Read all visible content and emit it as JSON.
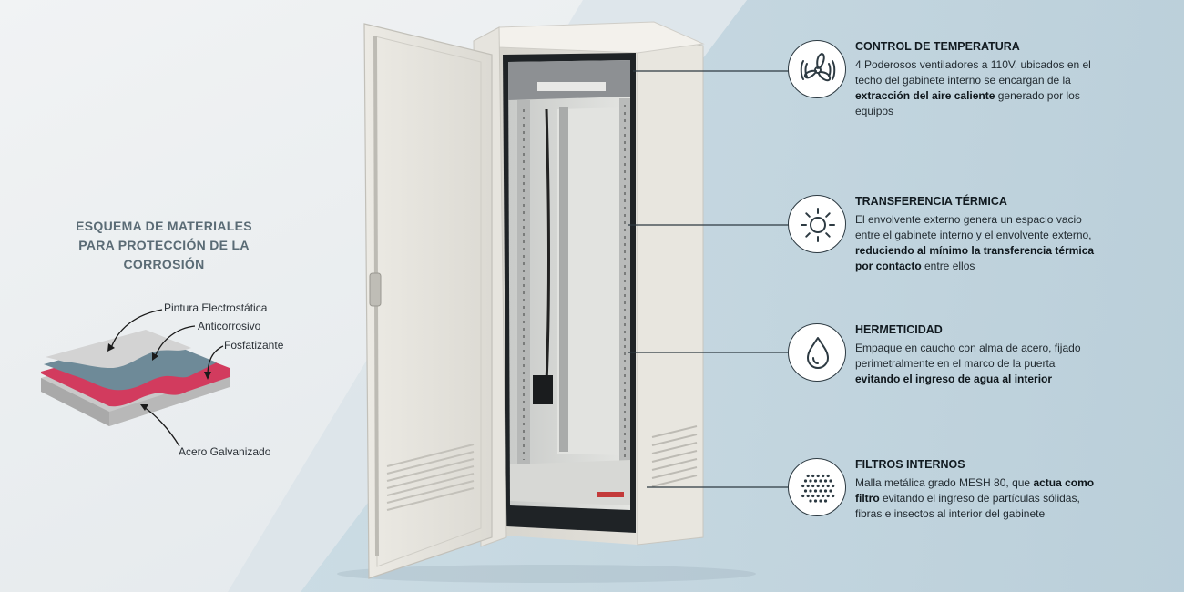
{
  "materials": {
    "title_lines": [
      "ESQUEMA DE MATERIALES",
      "PARA PROTECCIÓN DE LA",
      "CORROSIÓN"
    ],
    "layers": {
      "pintura": "Pintura Electrostática",
      "anticorrosivo": "Anticorrosivo",
      "fosfatizante": "Fosfatizante",
      "acero": "Acero Galvanizado"
    },
    "colors": {
      "pintura": "#d3d3d3",
      "anticorrosivo": "#6e8a98",
      "fosfatizante": "#d23b5e",
      "acero": "#c9c9c9"
    }
  },
  "features": [
    {
      "title": "CONTROL DE TEMPERATURA",
      "icon": "fan-icon",
      "t1": "4 Poderosos ventiladores a 110V, ubicados en el techo del gabinete interno se encargan de la ",
      "b1": "extracción del aire caliente",
      "t2": " generado por los equipos",
      "b2": "",
      "t3": ""
    },
    {
      "title": "TRANSFERENCIA TÉRMICA",
      "icon": "sun-icon",
      "t1": "El envolvente externo genera un espacio vacio entre el gabinete interno y el envolvente externo, ",
      "b1": "reduciendo al mínimo la transferencia térmica por contacto",
      "t2": " entre ellos",
      "b2": "",
      "t3": ""
    },
    {
      "title": "HERMETICIDAD",
      "icon": "water-drop-icon",
      "t1": "Empaque en caucho con alma de acero, fijado perimetralmente en el marco de la puerta ",
      "b1": "evitando el ingreso de agua al interior",
      "t2": "",
      "b2": "",
      "t3": ""
    },
    {
      "title": "FILTROS INTERNOS",
      "icon": "mesh-filter-icon",
      "t1": "Malla metálica grado MESH 80, que ",
      "b1": "actua como filtro",
      "t2": " evitando el ingreso de partículas sólidas, fibras e insectos al interior del gabinete",
      "b2": "",
      "t3": ""
    }
  ]
}
